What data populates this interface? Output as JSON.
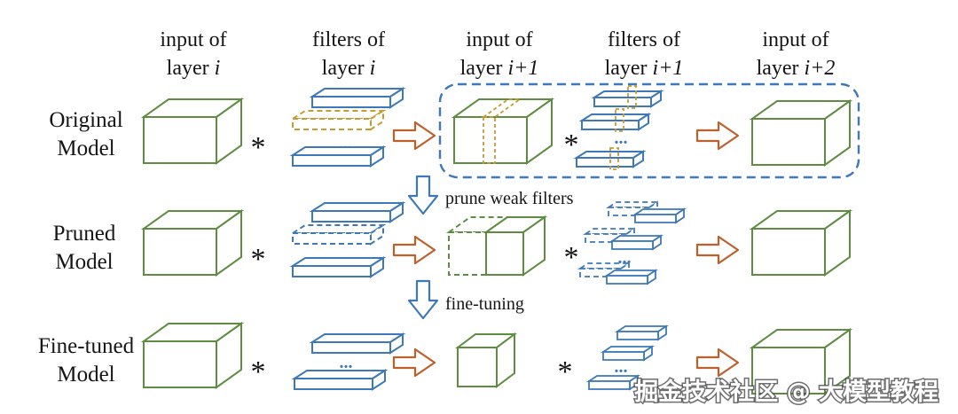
{
  "headers": [
    {
      "line1": "input of",
      "layer_word": "layer",
      "layer_var": "i"
    },
    {
      "line1": "filters of",
      "layer_word": "layer",
      "layer_var": "i"
    },
    {
      "line1": "input of",
      "layer_word": "layer",
      "layer_var": "i+1"
    },
    {
      "line1": "filters of",
      "layer_word": "layer",
      "layer_var": "i+1"
    },
    {
      "line1": "input of",
      "layer_word": "layer",
      "layer_var": "i+2"
    }
  ],
  "row_labels": [
    {
      "line1": "Original",
      "line2": "Model"
    },
    {
      "line1": "Pruned",
      "line2": "Model"
    },
    {
      "line1": "Fine-tuned",
      "line2": "Model"
    }
  ],
  "steps": {
    "prune": "prune weak filters",
    "finetune": "fine-tuning"
  },
  "symbols": {
    "conv": "*",
    "ellipsis": "..."
  },
  "watermark": "掘金技术社区 @ 大模型教程",
  "colors": {
    "box_green": "#5e8d42",
    "filter_blue": "#3d78b8",
    "pruned_gold": "#c69b32",
    "arrow_orange": "#bf5f2a"
  }
}
